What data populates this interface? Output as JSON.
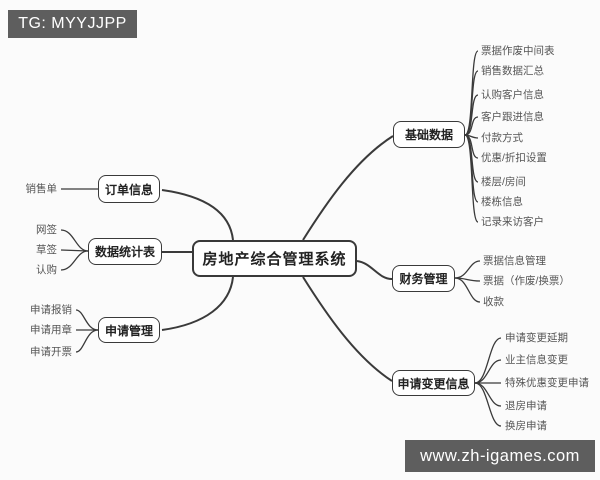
{
  "watermark_top": {
    "text": "TG: MYYJJPP"
  },
  "watermark_bottom": {
    "text": "www.zh-igames.com"
  },
  "mindmap": {
    "root": "房地产综合管理系统",
    "left_branches": [
      {
        "label": "订单信息",
        "children": [
          "销售单"
        ]
      },
      {
        "label": "数据统计表",
        "children": [
          "网签",
          "草签",
          "认购"
        ]
      },
      {
        "label": "申请管理",
        "children": [
          "申请报销",
          "申请用章",
          "申请开票"
        ]
      }
    ],
    "right_branches": [
      {
        "label": "基础数据",
        "children": [
          "票据作废中间表",
          "销售数据汇总",
          "认购客户信息",
          "客户跟进信息",
          "付款方式",
          "优惠/折扣设置",
          "楼层/房间",
          "楼栋信息",
          "记录来访客户"
        ]
      },
      {
        "label": "财务管理",
        "children": [
          "票据信息管理",
          "票据（作废/换票）",
          "收款"
        ]
      },
      {
        "label": "申请变更信息",
        "children": [
          "申请变更延期",
          "业主信息变更",
          "特殊优惠变更申请",
          "退房申请",
          "换房申请"
        ]
      }
    ],
    "colors": {
      "node_border": "#3a3a3a",
      "node_bg": "#ffffff",
      "line": "#3a3a3a",
      "leaf_text": "#555555",
      "banner_bg": "#5e5e5e",
      "banner_text": "#ffffff"
    }
  }
}
